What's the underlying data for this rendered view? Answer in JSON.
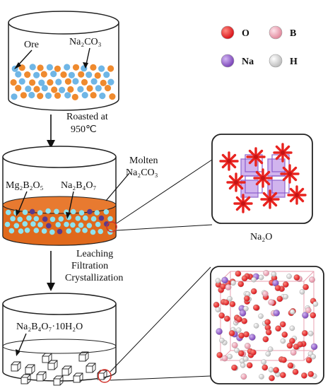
{
  "labels": {
    "ore": "Ore",
    "na2co3_top": "Na₂CO₃",
    "roast_line1": "Roasted at",
    "roast_line2": "950℃",
    "molten_line1": "Molten",
    "molten_line2": "Na₂CO₃",
    "mg2b2o5": "Mg₂B₂O₅",
    "na2b4o7": "Na₂B₄O₇",
    "step2_line1": "Leaching",
    "step2_line2": "Filtration",
    "step2_line3": "Crystallization",
    "product": "Na₂B₄O₇·10H₂O",
    "na2o_caption": "Na₂O"
  },
  "legend": [
    {
      "symbol": "O",
      "color": "#e8231f"
    },
    {
      "symbol": "B",
      "color": "#f2a3b3"
    },
    {
      "symbol": "Na",
      "color": "#9b5fd3"
    },
    {
      "symbol": "H",
      "color": "#f2f2f2"
    }
  ],
  "colors": {
    "orange_particle": "#ef8a2e",
    "blue_particle": "#6fb6e6",
    "molten_bath": "#e0691c",
    "cyan_particle": "#8fe3ef",
    "purple_particle": "#5a3a8c",
    "highlight_circle": "#d0332b"
  }
}
